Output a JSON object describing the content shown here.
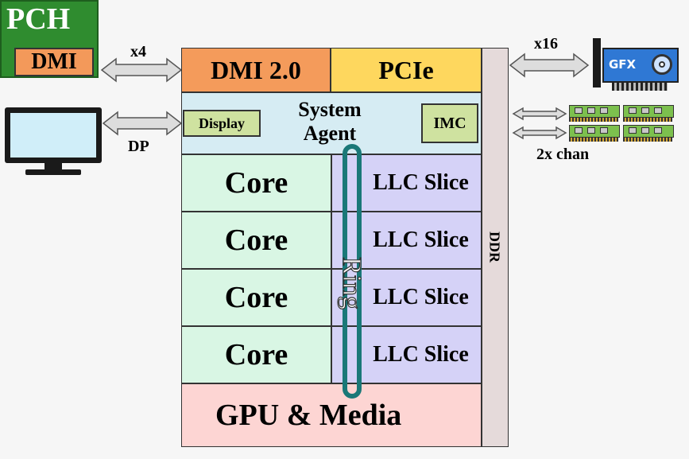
{
  "pch": {
    "title": "PCH",
    "dmi_label": "DMI"
  },
  "links": {
    "dmi_width": "x4",
    "display_link": "DP",
    "pcie_width": "x16",
    "memory_channels": "2x chan"
  },
  "soc": {
    "dmi": "DMI 2.0",
    "pcie": "PCIe",
    "system_agent": [
      "System",
      "Agent"
    ],
    "display": "Display",
    "imc": "IMC",
    "cores": [
      "Core",
      "Core",
      "Core",
      "Core"
    ],
    "llc_slices": [
      "LLC Slice",
      "LLC Slice",
      "LLC Slice",
      "LLC Slice"
    ],
    "ring": "Ring",
    "gpu": "GPU & Media",
    "ddr": "DDR"
  },
  "gfx_card": {
    "label": "GFX"
  },
  "colors": {
    "pch": "#2f8c2f",
    "dmi": "#f49b5b",
    "pcie": "#fed75e",
    "system_agent": "#d6ecf3",
    "agent_blocks": "#cfe2a0",
    "core": "#d9f6e4",
    "llc": "#d5d2f7",
    "gpu": "#fdd5d3",
    "ddr": "#e5dada",
    "ring": "#1a7878",
    "gfx_card": "#2f78d4",
    "dimm": "#7cc04e"
  }
}
